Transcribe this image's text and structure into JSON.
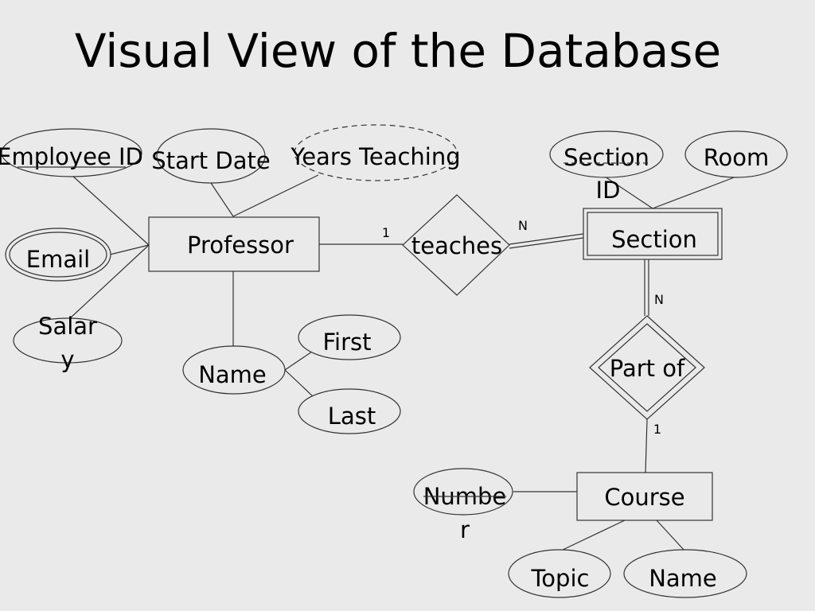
{
  "slide": {
    "title": "Visual View of the Database"
  },
  "entities": {
    "professor": "Professor",
    "section": "Section",
    "course": "Course"
  },
  "relationships": {
    "teaches": "teaches",
    "part_of": "Part of"
  },
  "attributes": {
    "employee_id": "Employee ID",
    "start_date": "Start Date",
    "years_teaching": "Years Teaching",
    "email": "Email",
    "salary_line1": "Salar",
    "salary_line2": "y",
    "name": "Name",
    "first": "First",
    "last": "Last",
    "section_id_line1": "Section",
    "section_id_line2": "ID",
    "room": "Room",
    "number_line1": "Numbe",
    "number_line2": "r",
    "topic": "Topic",
    "course_name": "Name"
  },
  "cardinality": {
    "teaches_professor": "1",
    "teaches_section": "N",
    "partof_section": "N",
    "partof_course": "1"
  },
  "colors": {
    "background": "#eaeaea",
    "stroke": "#333333",
    "text": "#000000"
  }
}
